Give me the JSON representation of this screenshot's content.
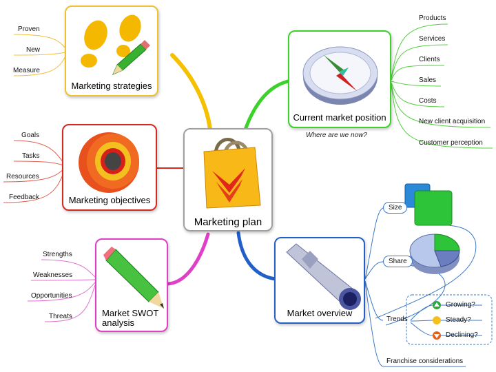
{
  "center": {
    "label": "Marketing plan"
  },
  "branches": {
    "strategies": {
      "label": "Marketing strategies",
      "color": "#f0b400",
      "leaves": [
        "Proven",
        "New",
        "Measure"
      ]
    },
    "objectives": {
      "label": "Marketing objectives",
      "color": "#d42a1e",
      "leaves": [
        "Goals",
        "Tasks",
        "Resources",
        "Feedback"
      ]
    },
    "swot": {
      "label_line1": "Market SWOT",
      "label_line2": "analysis",
      "color": "#e040c8",
      "leaves": [
        "Strengths",
        "Weaknesses",
        "Opportunities",
        "Threats"
      ]
    },
    "position": {
      "label": "Current market position",
      "caption": "Where are we now?",
      "color": "#3bd22a",
      "leaves": [
        "Products",
        "Services",
        "Clients",
        "Sales",
        "Costs",
        "New client acquisition",
        "Customer perception"
      ]
    },
    "overview": {
      "label": "Market overview",
      "color": "#2260c8",
      "size_label": "Size",
      "share_label": "Share",
      "trends_label": "Trends",
      "trend_items": [
        "Growing?",
        "Steady?",
        "Declining?"
      ],
      "franchise_label": "Franchise considerations"
    }
  },
  "icons": {
    "strategies": "footprints-with-pencil-icon",
    "objectives": "target-icon",
    "swot": "pencil-icon",
    "position": "compass-icon",
    "overview": "telescope-icon",
    "center": "shopping-bag-icon",
    "size": "squares-icon",
    "share": "pie-chart-icon",
    "growing": "arrow-up-icon",
    "steady": "dot-icon",
    "declining": "arrow-down-icon"
  }
}
